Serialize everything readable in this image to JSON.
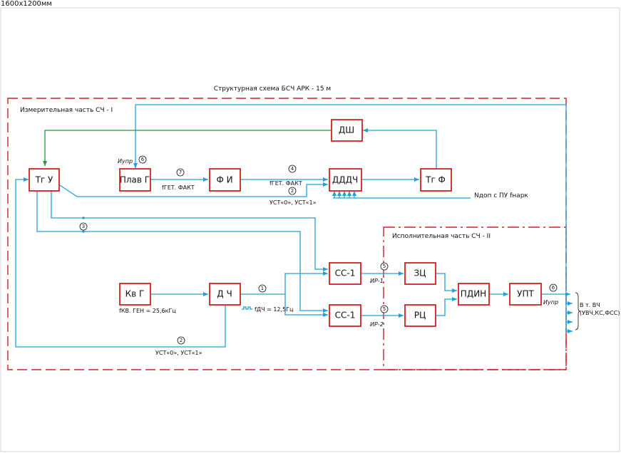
{
  "sheet_label": "1600x1200мм",
  "title": "Структурная схема БСЧ АРК - 15 м",
  "zones": {
    "measuring": "Измерительная часть СЧ - I",
    "executive": "Исполнительная часть СЧ - II"
  },
  "blocks": {
    "tgu": "Тг У",
    "plavg": "Плав Г",
    "fi": "Ф И",
    "dddch": "ДДДЧ",
    "tgf": "Тг Ф",
    "dsh": "ДШ",
    "kvg": "Кв Г",
    "dch": "Д Ч",
    "ss1a": "СС-1",
    "ss1b": "СС-1",
    "zc": "ЗЦ",
    "rc": "РЦ",
    "pdin": "ПДИН",
    "upt": "УПТ"
  },
  "labels": {
    "iupr_top": "Иупр",
    "fget_fakt_1": "fГЕТ. ФАКТ",
    "fget_fakt_2": "fГЕТ. ФАКТ",
    "ust_top": "УСТ«0», УСТ«1»",
    "ust_bottom": "УСТ«0», УСТ«1»",
    "ndop": "Nдоп с ПУ fнарк",
    "fkv_gen": "fКВ. ГЕН = 25,6кГц",
    "fdch": "fДЧ = 12,5Гц",
    "ir1": "ИР-1",
    "ir2": "ИР-2",
    "iupr_out": "Иупр",
    "output_line1": "В т. ВЧ",
    "output_line2": "(УВЧ,КС,ФСС)"
  },
  "markers": {
    "m_plav": "6",
    "m_fget1": "7",
    "m_fget2": "4",
    "m_ust_top": "2",
    "m_tgu_3": "3",
    "m_dch": "1",
    "m_ust_bottom": "2",
    "m_ir1": "5",
    "m_ir2": "5",
    "m_upt": "6"
  }
}
